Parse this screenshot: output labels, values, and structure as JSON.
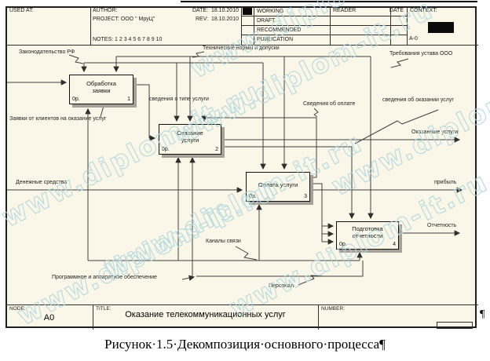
{
  "colors": {
    "sheet_bg": "#fbf7e8",
    "line": "#3f3f3f",
    "watermark": "#aed7df",
    "box_shadow": "#a6a29a"
  },
  "header": {
    "used_at_label": "USED AT:",
    "author_label": "AUTHOR:",
    "project_label": "PROJECT:",
    "project_value": "ООО \" МруЦ\"",
    "notes_label": "NOTES:",
    "notes_numbers": "1 2 3 4 5 6 7 8 9 10",
    "date_label": "DATE:",
    "date_value": "18.10.2010",
    "rev_label": "REV:",
    "rev_value": "18.10.2010",
    "statuses": [
      "WORKING",
      "DRAFT",
      "RECOMMENDED",
      "PUBLICATION"
    ],
    "reader_label": "READER",
    "reader_date_label": "DATE",
    "context_label": "CONTEXT:",
    "context_node": "A-0"
  },
  "footer": {
    "node_label": "NODE:",
    "node_value": "A0",
    "title_label": "TITLE:",
    "title_value": "Оказание  телекоммуникационных услуг",
    "number_label": "NUMBER:",
    "pilcrow": "¶"
  },
  "caption": "Рисунок·1.5·Декомпозиция·основного·процесса¶",
  "watermark": {
    "text": "www.diplom-it.ru"
  },
  "diagram": {
    "boxes": [
      {
        "title": "Обработка\nзаявки",
        "cost": "0р.",
        "num": "1"
      },
      {
        "title": "Оказание\nуслуги",
        "cost": "0р.",
        "num": "2"
      },
      {
        "title": "Оплата услуги",
        "cost": "0р.",
        "num": "3"
      },
      {
        "title": "Подготовка\nотчетности",
        "cost": "0р.",
        "num": "4"
      }
    ],
    "labels": [
      {
        "text": "Законодательство РФ"
      },
      {
        "text": "Технические нормы и допуски"
      },
      {
        "text": "Требования устава ООО"
      },
      {
        "text": "Заявки от клиентов на оказание услуг"
      },
      {
        "text": "сведения о типе услуги"
      },
      {
        "text": "Сведения об оплате"
      },
      {
        "text": "сведения об оказании услуг"
      },
      {
        "text": "Оказанные услуги"
      },
      {
        "text": "Денежные средства"
      },
      {
        "text": "прибыль"
      },
      {
        "text": "Отчетность"
      },
      {
        "text": "Каналы связи"
      },
      {
        "text": "Персонал"
      },
      {
        "text": "Программное и аппаратное обеспечение"
      }
    ]
  }
}
